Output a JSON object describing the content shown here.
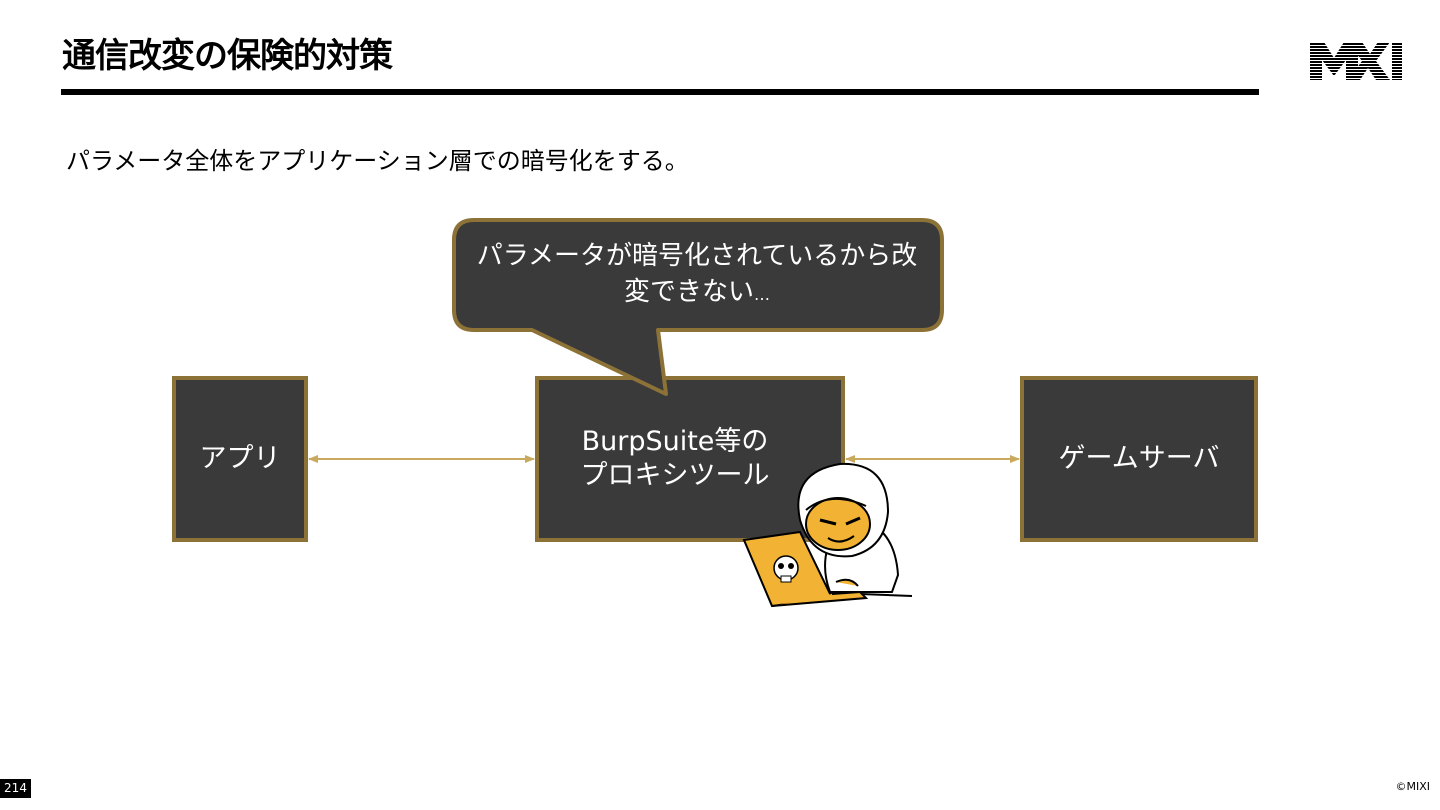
{
  "slide": {
    "title": "通信改変の保険的対策",
    "subtitle": "パラメータ全体をアプリケーション層での暗号化をする。",
    "page_number": "214",
    "copyright": "©MIXI",
    "logo": "MIXI"
  },
  "diagram": {
    "nodes": {
      "app": "アプリ",
      "proxy_line1": "BurpSuite等の",
      "proxy_line2": "プロキシツール",
      "server": "ゲームサーバ"
    },
    "speech_bubble": {
      "line1": "パラメータが暗号化されているから改",
      "line2": "変できない",
      "ellipsis": "…"
    },
    "colors": {
      "box_fill": "#3a3a3a",
      "box_border": "#8c7236",
      "arrow": "#c8a95e",
      "hacker_skin": "#f2b233"
    },
    "icons": [
      "hacker-illustration-icon",
      "laptop-skull-icon"
    ]
  }
}
